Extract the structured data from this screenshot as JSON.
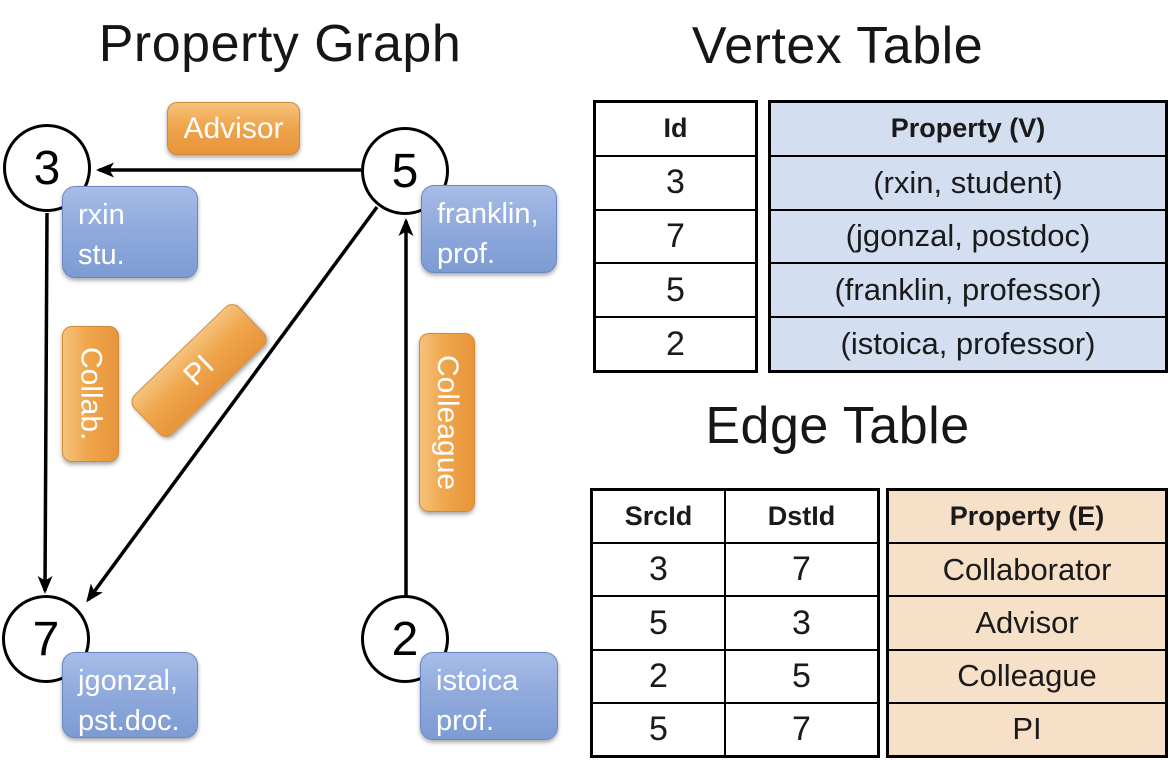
{
  "titles": {
    "graph": "Property Graph",
    "vertex": "Vertex Table",
    "edge": "Edge Table"
  },
  "graph": {
    "nodes": [
      {
        "id": "3"
      },
      {
        "id": "5"
      },
      {
        "id": "7"
      },
      {
        "id": "2"
      }
    ],
    "node_props": [
      {
        "line1": "rxin",
        "line2": "stu."
      },
      {
        "line1": "franklin,",
        "line2": "prof."
      },
      {
        "line1": "jgonzal,",
        "line2": "pst.doc."
      },
      {
        "line1": "istoica",
        "line2": "prof."
      }
    ],
    "edge_labels": {
      "advisor": "Advisor",
      "collab": "Collab.",
      "pi": "PI",
      "colleague": "Colleague"
    }
  },
  "vertex_table": {
    "headers": {
      "id": "Id",
      "property": "Property (V)"
    },
    "rows": [
      {
        "id": "3",
        "property": "(rxin, student)"
      },
      {
        "id": "7",
        "property": "(jgonzal, postdoc)"
      },
      {
        "id": "5",
        "property": "(franklin, professor)"
      },
      {
        "id": "2",
        "property": "(istoica, professor)"
      }
    ]
  },
  "edge_table": {
    "headers": {
      "src": "SrcId",
      "dst": "DstId",
      "property": "Property (E)"
    },
    "rows": [
      {
        "src": "3",
        "dst": "7",
        "property": "Collaborator"
      },
      {
        "src": "5",
        "dst": "3",
        "property": "Advisor"
      },
      {
        "src": "2",
        "dst": "5",
        "property": "Colleague"
      },
      {
        "src": "5",
        "dst": "7",
        "property": "PI"
      }
    ]
  },
  "colors": {
    "edge_label_orange": "#EFA64C",
    "vertex_box_blue": "#8FA9DC",
    "vertex_table_fill": "#D3DEF1",
    "edge_table_fill": "#F6E0C7",
    "line_black": "#000000"
  }
}
